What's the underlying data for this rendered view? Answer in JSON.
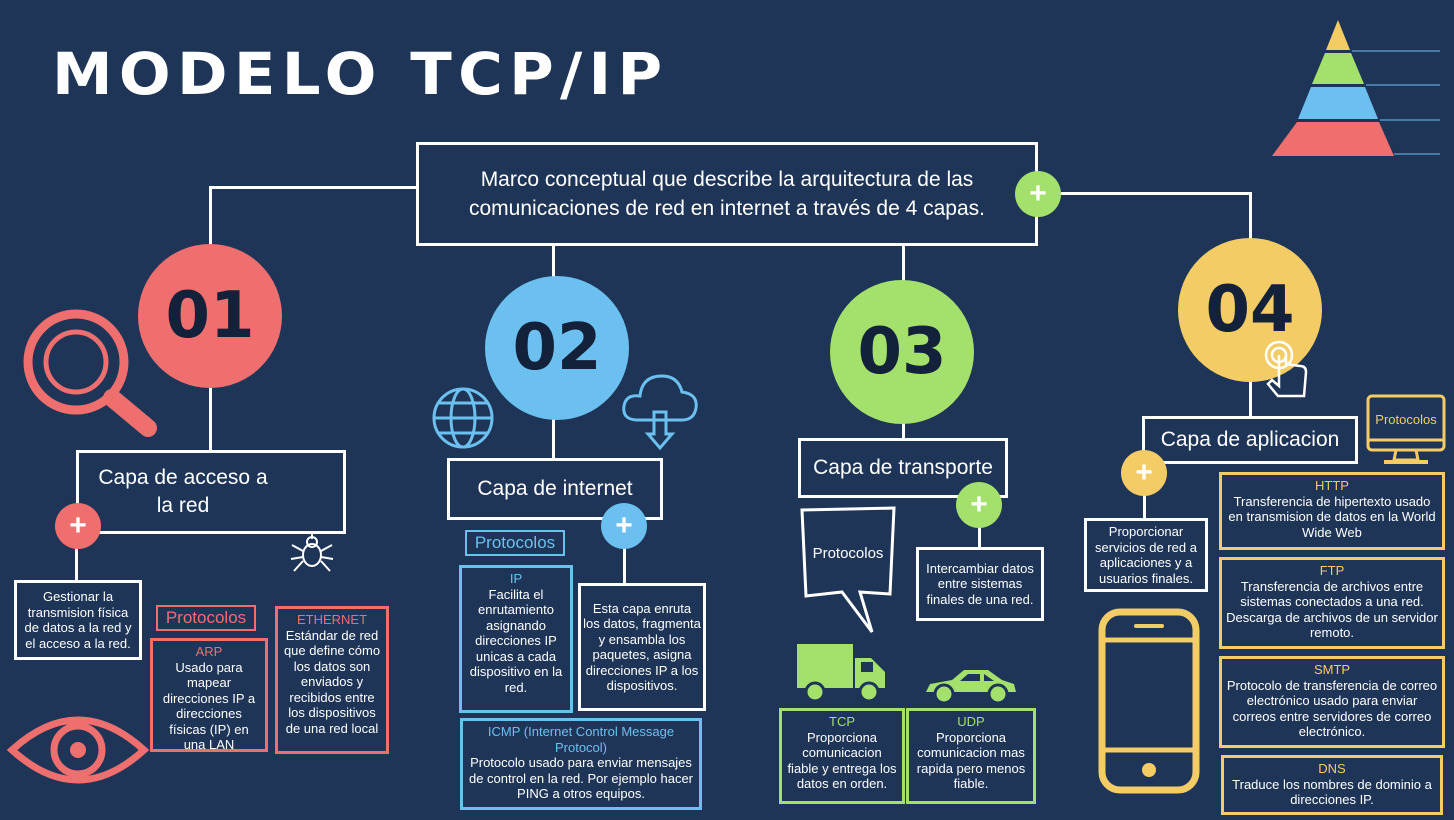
{
  "title": "MODELO TCP/IP",
  "main_box": "Marco conceptual que describe la arquitectura de las comunicaciones de red en internet a través de 4 capas.",
  "plus_symbol": "+",
  "colors": {
    "background": "#1e3557",
    "red": "#ef6f6f",
    "blue": "#6cc0ef",
    "green": "#a3e06c",
    "yellow": "#f3cc66",
    "white": "#ffffff"
  },
  "layers": [
    {
      "number": "01",
      "name": "Capa de acceso a la red",
      "description": "Gestionar la transmision física de datos a la red y el acceso a la red.",
      "protocols_label": "Protocolos",
      "protocols": [
        {
          "name": "ARP",
          "text": "Usado para mapear direcciones IP a direcciones físicas (IP) en una LAN"
        },
        {
          "name": "ETHERNET",
          "text": "Estándar de red que define cómo los datos son enviados y recibidos entre los dispositivos de una red local"
        }
      ]
    },
    {
      "number": "02",
      "name": "Capa de internet",
      "description": "Esta capa enruta los datos, fragmenta y ensambla los paquetes, asigna direcciones IP a los dispositivos.",
      "protocols_label": "Protocolos",
      "protocols": [
        {
          "name": "IP",
          "text": "Facilita el enrutamiento asignando direcciones IP unicas a cada dispositivo en la red."
        },
        {
          "name": "ICMP (Internet Control Message Protocol)",
          "text": "Protocolo usado para enviar mensajes de control en la red. Por ejemplo hacer PING a otros equipos."
        }
      ]
    },
    {
      "number": "03",
      "name": "Capa de transporte",
      "description": "Intercambiar datos entre sistemas finales de una red.",
      "protocols_label": "Protocolos",
      "protocols": [
        {
          "name": "TCP",
          "text": "Proporciona comunicacion fiable y entrega los datos en orden."
        },
        {
          "name": "UDP",
          "text": "Proporciona comunicacion mas rapida pero menos fiable."
        }
      ]
    },
    {
      "number": "04",
      "name": "Capa de aplicacion",
      "description": "Proporcionar servicios de red a aplicaciones y a usuarios finales.",
      "protocols_label": "Protocolos",
      "protocols": [
        {
          "name": "HTTP",
          "text": "Transferencia de hipertexto usado en transmision de datos en la World Wide Web"
        },
        {
          "name": "FTP",
          "text": "Transferencia de archivos entre sistemas conectados a una red. Descarga de archivos de un servidor remoto."
        },
        {
          "name": "SMTP",
          "text": "Protocolo de transferencia de correo electrónico usado para enviar correos entre servidores de correo electrónico."
        },
        {
          "name": "DNS",
          "text": "Traduce los nombres de dominio a direcciones IP."
        }
      ]
    }
  ],
  "icons": [
    "pyramid-icon",
    "magnifier-icon",
    "spiderweb-icon",
    "spider-icon",
    "eye-icon",
    "globe-icon",
    "cloud-download-icon",
    "speech-bubble-icon",
    "truck-icon",
    "car-icon",
    "touch-hand-icon",
    "monitor-icon",
    "smartphone-icon"
  ]
}
